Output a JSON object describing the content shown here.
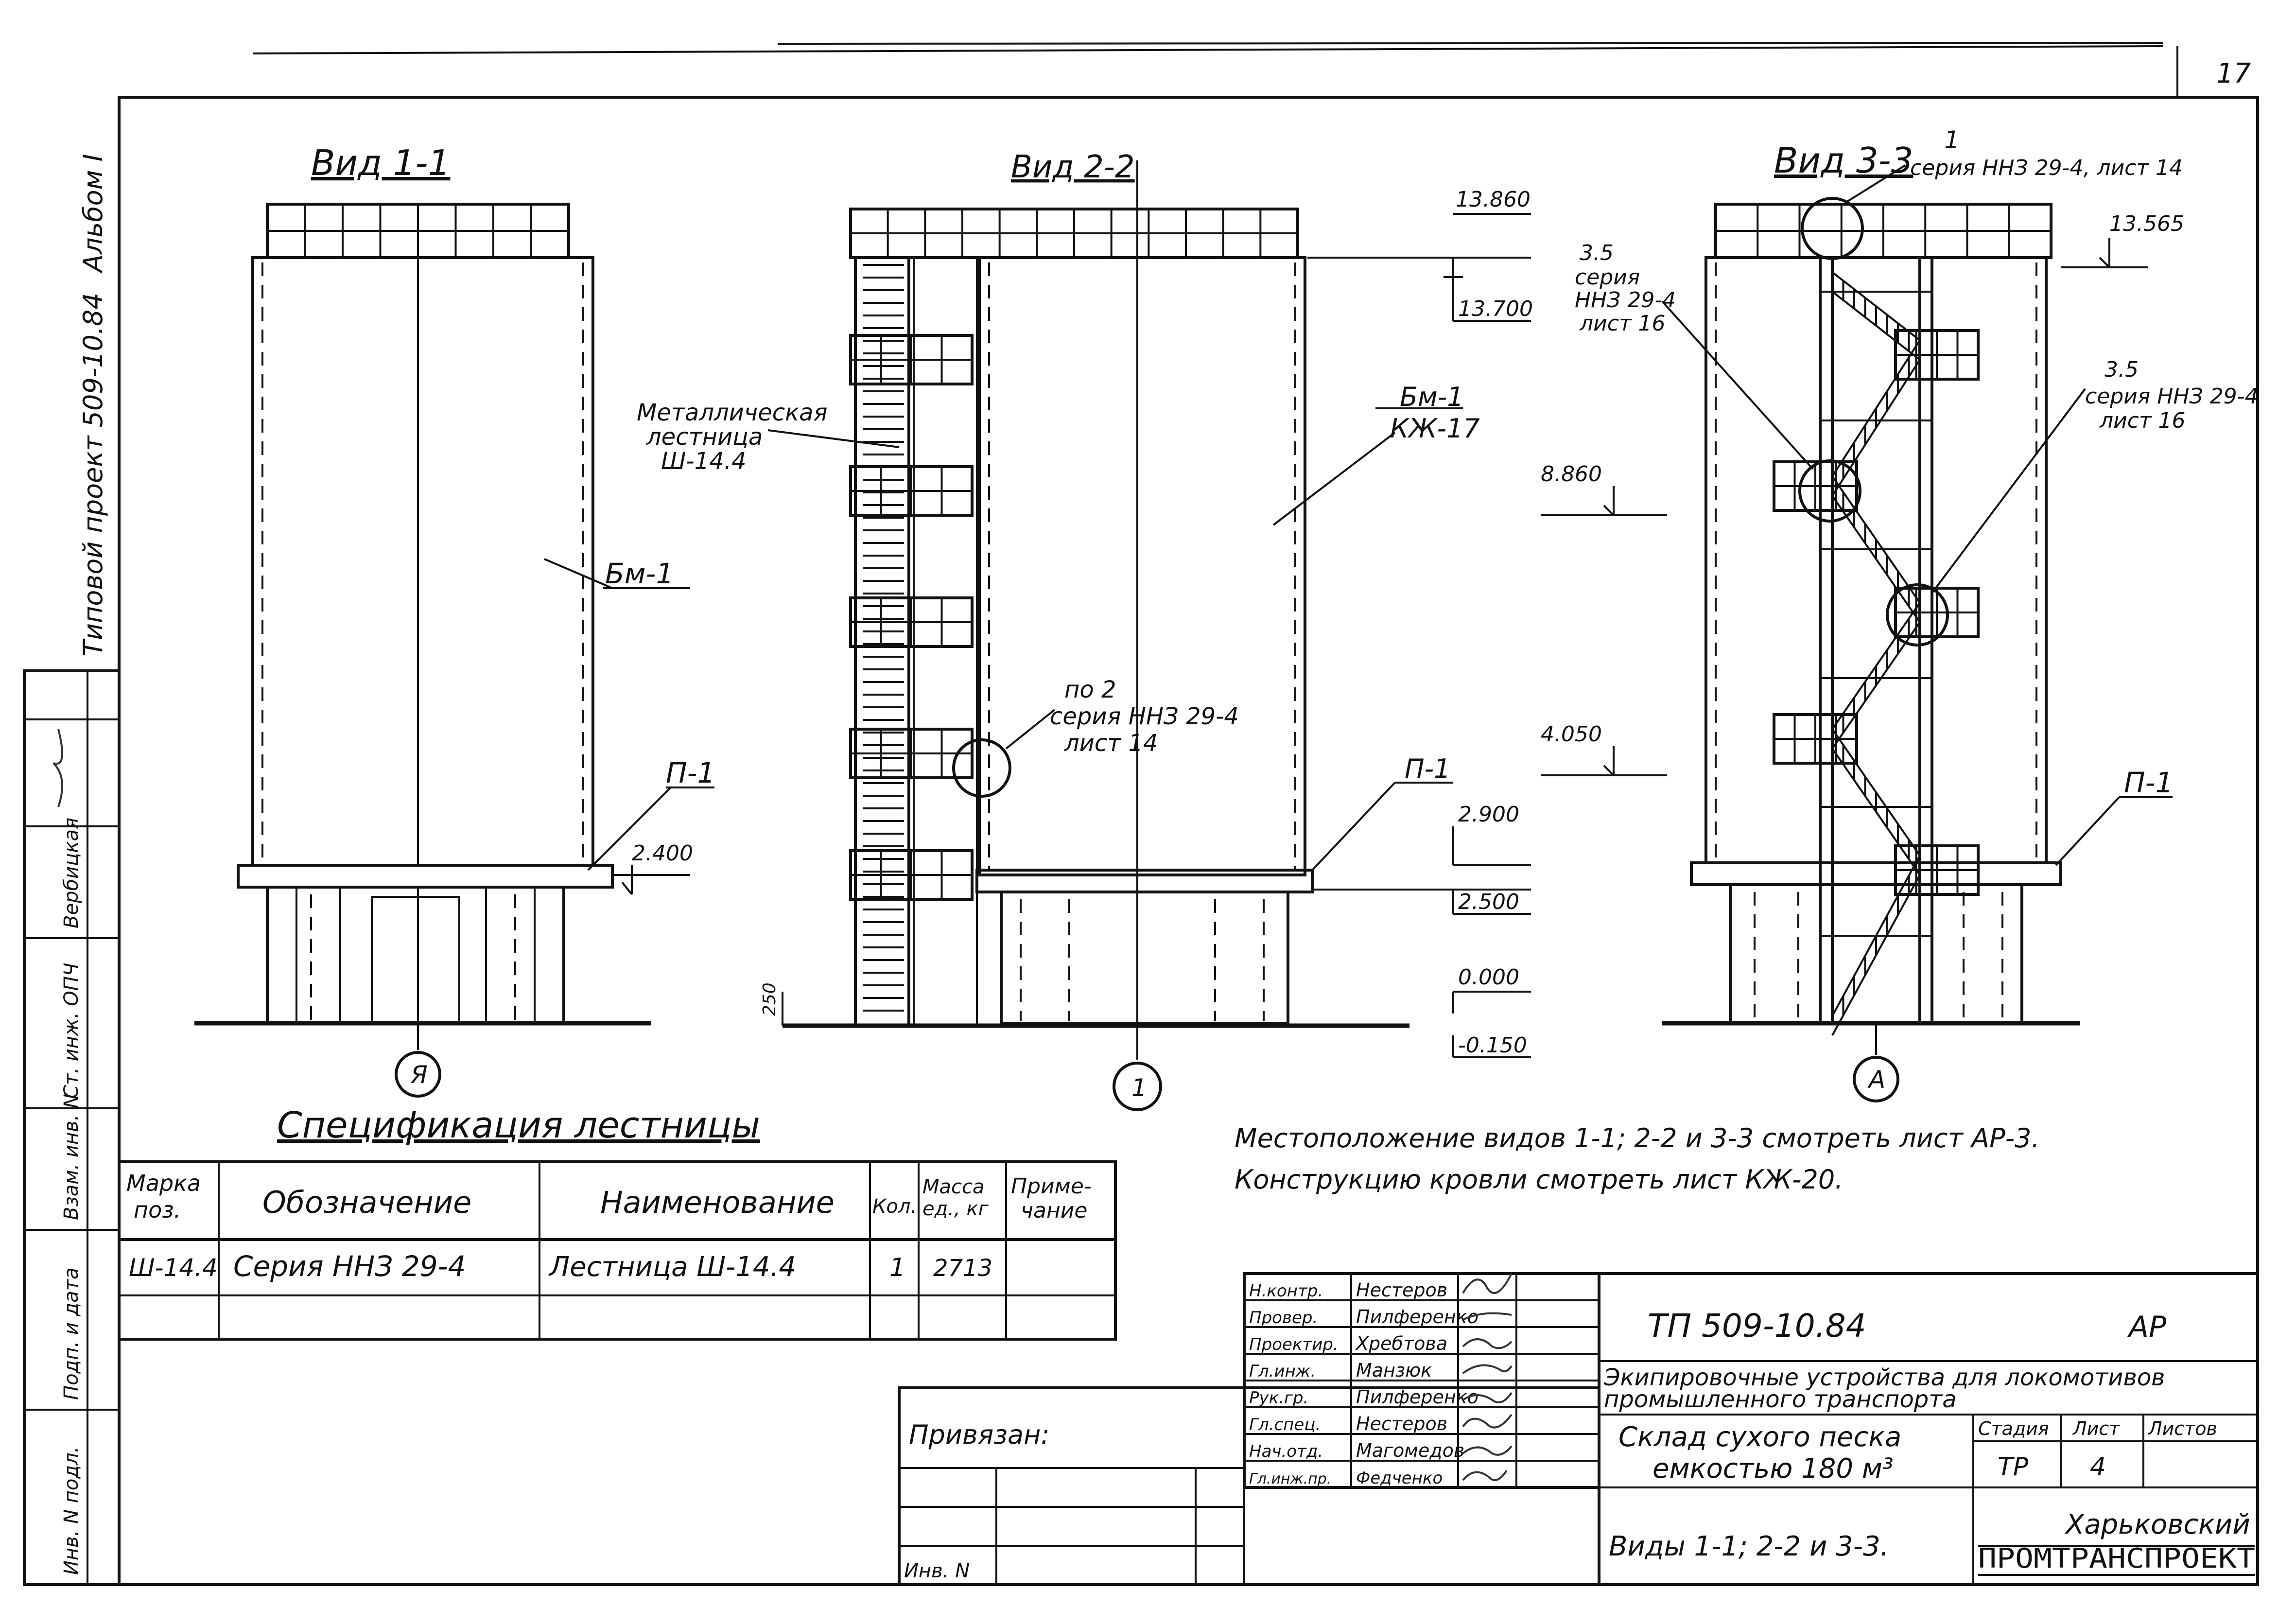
{
  "sheet_number": "17",
  "side": {
    "album": "Альбом I",
    "project": "Типовой проект 509-10.84",
    "fields": [
      "Инв. N подл.",
      "Подп. и дата",
      "Взам. инв. N",
      "Ст. инж. ОПЧ",
      "Вербицкая"
    ]
  },
  "views": {
    "v1": {
      "title": "Вид 1-1",
      "axis": "Я",
      "callouts": {
        "shell": "Бм-1",
        "plate": "П-1"
      },
      "levels": {
        "plate": "2.400"
      }
    },
    "v2": {
      "title": "Вид 2-2",
      "axis": "1",
      "callouts": {
        "ladder_1": "Металлическая",
        "ladder_2": "лестница",
        "ladder_3": "Ш-14.4",
        "shell_1": "Бм-1",
        "shell_2": "КЖ-17",
        "node_1": "по 2",
        "node_2": "серия ННЗ 29-4",
        "node_3": "лист 14",
        "plate": "П-1",
        "dim_250": "250"
      },
      "levels": {
        "top": "13.860",
        "upper": "13.700",
        "plate_top": "2.900",
        "plate_bot": "2.500",
        "zero": "0.000",
        "ground": "-0.150"
      }
    },
    "v3": {
      "title": "Вид 3-3",
      "axis": "А",
      "callouts": {
        "n1_1": "1",
        "n1_2": "серия ННЗ 29-4, лист 14",
        "n2_1": "3.5",
        "n2_2": "серия",
        "n2_3": "ННЗ 29-4",
        "n2_4": "лист 16",
        "n3_1": "3.5",
        "n3_2": "серия ННЗ 29-4",
        "n3_3": "лист 16",
        "plate": "П-1"
      },
      "levels": {
        "top": "13.565",
        "mid": "8.860",
        "low": "4.050"
      }
    }
  },
  "notes": [
    "Местоположение видов 1-1; 2-2 и 3-3 смотреть лист АР-3.",
    "Конструкцию кровли смотреть лист КЖ-20."
  ],
  "spec": {
    "title": "Спецификация лестницы",
    "headers": {
      "pos_1": "Марка",
      "pos_2": "поз.",
      "designation": "Обозначение",
      "name": "Наименование",
      "qty": "Кол.",
      "mass_1": "Масса",
      "mass_2": "ед., кг",
      "note_1": "Приме-",
      "note_2": "чание"
    },
    "rows": [
      {
        "pos": "Ш-14.4",
        "designation": "Серия ННЗ 29-4",
        "name": "Лестница Ш-14.4",
        "qty": "1",
        "mass": "2713",
        "note": ""
      }
    ]
  },
  "stamp": {
    "bound": "Привязан:",
    "inv": "Инв. N",
    "roles": [
      {
        "role": "Н.контр.",
        "name": "Нестеров"
      },
      {
        "role": "Провер.",
        "name": "Пилференко"
      },
      {
        "role": "Проектир.",
        "name": "Хребтова"
      },
      {
        "role": "Гл.инж.",
        "name": "Манзюк"
      },
      {
        "role": "Рук.гр.",
        "name": "Пилференко"
      },
      {
        "role": "Гл.спец.",
        "name": "Нестеров"
      },
      {
        "role": "Нач.отд.",
        "name": "Магомедов"
      },
      {
        "role": "Гл.инж.пр.",
        "name": "Федченко"
      }
    ],
    "code": "ТП 509-10.84",
    "mark": "АР",
    "subject_1": "Экипировочные устройства для локомотивов",
    "subject_2": "промышленного транспорта",
    "object_1": "Склад сухого песка",
    "object_2": "емкостью 180 м³",
    "stage_label": "Стадия",
    "sheet_label": "Лист",
    "sheets_label": "Листов",
    "stage": "ТР",
    "sheet": "4",
    "sheets": "",
    "content": "Виды 1-1; 2-2 и 3-3.",
    "org_1": "Харьковский",
    "org_2": "ПРОМТРАНСПРОЕКТ"
  }
}
